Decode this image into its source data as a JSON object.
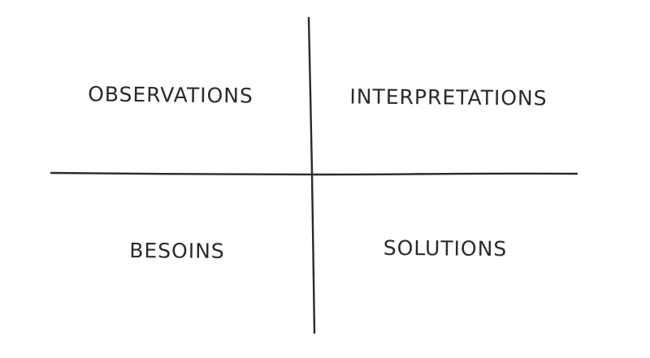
{
  "quadrants": {
    "top_left": "OBSERVATIONS",
    "top_right": "INTERPRETATIONS",
    "bottom_left": "BESOINS",
    "bottom_right": "SOLUTIONS"
  },
  "colors": {
    "ink": "#2a2a2a",
    "background": "#ffffff"
  }
}
